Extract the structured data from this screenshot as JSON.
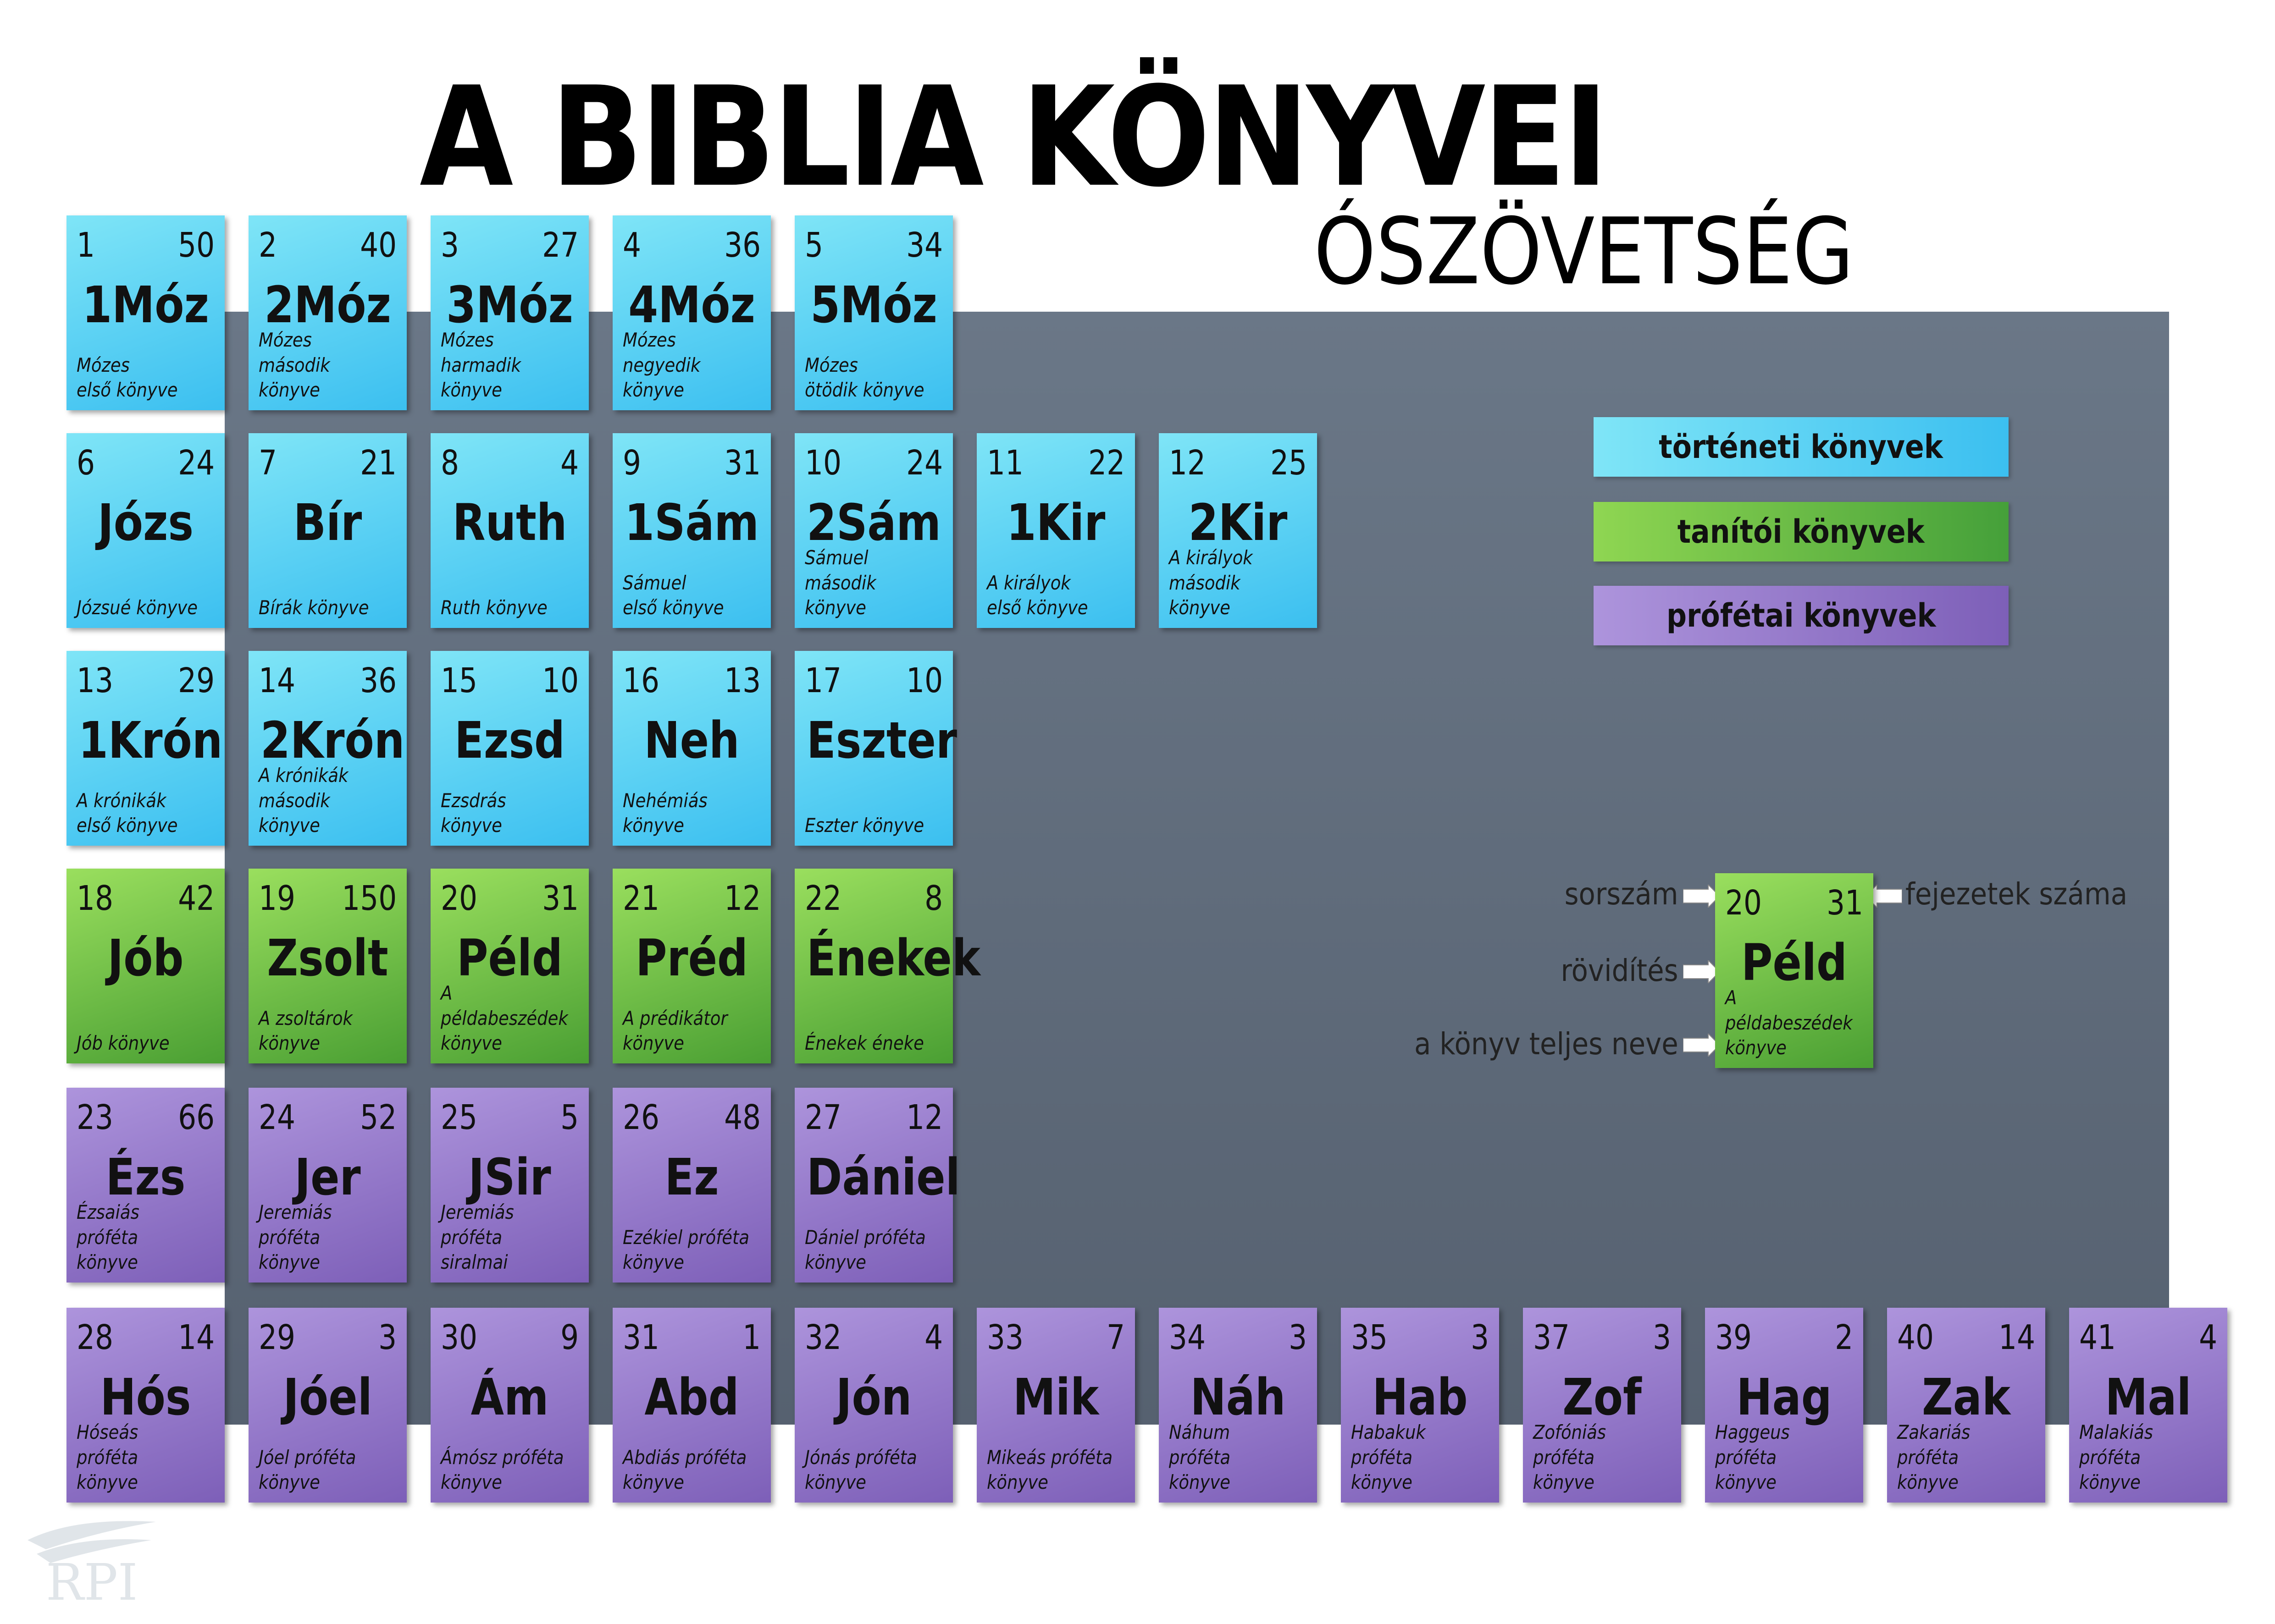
{
  "title": "A BIBLIA KÖNYVEI",
  "subtitle": "ÓSZÖVETSÉG",
  "colors": {
    "historical": "#4fcdf2",
    "teaching": "#6cbc45",
    "prophetic": "#9478c8",
    "panel": "#5f6b7a"
  },
  "legend": {
    "historical": "történeti könyvek",
    "teaching": "tanítói könyvek",
    "prophetic": "prófétai könyvek"
  },
  "key": {
    "number_label": "sorszám",
    "chapters_label": "fejezetek száma",
    "abbr_label": "rövidítés",
    "fullname_label": "a könyv teljes neve",
    "tile": {
      "num": "20",
      "ch": "31",
      "abbr": "Péld",
      "full": "A példabeszédek\nkönyve",
      "group": "teach"
    }
  },
  "books": [
    {
      "num": "1",
      "ch": "50",
      "abbr": "1Móz",
      "full": "Mózes\nelső könyve",
      "group": "hist"
    },
    {
      "num": "2",
      "ch": "40",
      "abbr": "2Móz",
      "full": "Mózes\nmásodik könyve",
      "group": "hist"
    },
    {
      "num": "3",
      "ch": "27",
      "abbr": "3Móz",
      "full": "Mózes\nharmadik könyve",
      "group": "hist"
    },
    {
      "num": "4",
      "ch": "36",
      "abbr": "4Móz",
      "full": "Mózes\nnegyedik könyve",
      "group": "hist"
    },
    {
      "num": "5",
      "ch": "34",
      "abbr": "5Móz",
      "full": "Mózes\nötödik könyve",
      "group": "hist"
    },
    {
      "num": "6",
      "ch": "24",
      "abbr": "Józs",
      "full": "Józsué könyve",
      "group": "hist"
    },
    {
      "num": "7",
      "ch": "21",
      "abbr": "Bír",
      "full": "Bírák könyve",
      "group": "hist"
    },
    {
      "num": "8",
      "ch": "4",
      "abbr": "Ruth",
      "full": "Ruth könyve",
      "group": "hist"
    },
    {
      "num": "9",
      "ch": "31",
      "abbr": "1Sám",
      "full": "Sámuel\nelső könyve",
      "group": "hist"
    },
    {
      "num": "10",
      "ch": "24",
      "abbr": "2Sám",
      "full": "Sámuel\nmásodik könyve",
      "group": "hist"
    },
    {
      "num": "11",
      "ch": "22",
      "abbr": "1Kir",
      "full": "A királyok\nelső könyve",
      "group": "hist"
    },
    {
      "num": "12",
      "ch": "25",
      "abbr": "2Kir",
      "full": "A királyok\nmásodik könyve",
      "group": "hist"
    },
    {
      "num": "13",
      "ch": "29",
      "abbr": "1Krón",
      "full": "A krónikák\nelső könyve",
      "group": "hist"
    },
    {
      "num": "14",
      "ch": "36",
      "abbr": "2Krón",
      "full": "A krónikák\nmásodik könyve",
      "group": "hist"
    },
    {
      "num": "15",
      "ch": "10",
      "abbr": "Ezsd",
      "full": "Ezsdrás könyve",
      "group": "hist"
    },
    {
      "num": "16",
      "ch": "13",
      "abbr": "Neh",
      "full": "Nehémiás könyve",
      "group": "hist"
    },
    {
      "num": "17",
      "ch": "10",
      "abbr": "Eszter",
      "full": "Eszter könyve",
      "group": "hist"
    },
    {
      "num": "18",
      "ch": "42",
      "abbr": "Jób",
      "full": "Jób könyve",
      "group": "teach"
    },
    {
      "num": "19",
      "ch": "150",
      "abbr": "Zsolt",
      "full": "A zsoltárok\nkönyve",
      "group": "teach"
    },
    {
      "num": "20",
      "ch": "31",
      "abbr": "Péld",
      "full": "A példabeszédek\nkönyve",
      "group": "teach"
    },
    {
      "num": "21",
      "ch": "12",
      "abbr": "Préd",
      "full": "A prédikátor\nkönyve",
      "group": "teach"
    },
    {
      "num": "22",
      "ch": "8",
      "abbr": "Énekek",
      "full": "Énekek éneke",
      "group": "teach"
    },
    {
      "num": "23",
      "ch": "66",
      "abbr": "Ézs",
      "full": "Ézsaiás próféta\nkönyve",
      "group": "prop"
    },
    {
      "num": "24",
      "ch": "52",
      "abbr": "Jer",
      "full": "Jeremiás próféta\nkönyve",
      "group": "prop"
    },
    {
      "num": "25",
      "ch": "5",
      "abbr": "JSir",
      "full": "Jeremiás próféta\nsiralmai",
      "group": "prop"
    },
    {
      "num": "26",
      "ch": "48",
      "abbr": "Ez",
      "full": "Ezékiel próféta\nkönyve",
      "group": "prop"
    },
    {
      "num": "27",
      "ch": "12",
      "abbr": "Dániel",
      "full": "Dániel próféta\nkönyve",
      "group": "prop"
    },
    {
      "num": "28",
      "ch": "14",
      "abbr": "Hós",
      "full": "Hóseás próféta\nkönyve",
      "group": "prop"
    },
    {
      "num": "29",
      "ch": "3",
      "abbr": "Jóel",
      "full": "Jóel próféta\nkönyve",
      "group": "prop"
    },
    {
      "num": "30",
      "ch": "9",
      "abbr": "Ám",
      "full": "Ámósz próféta\nkönyve",
      "group": "prop"
    },
    {
      "num": "31",
      "ch": "1",
      "abbr": "Abd",
      "full": "Abdiás próféta\nkönyve",
      "group": "prop"
    },
    {
      "num": "32",
      "ch": "4",
      "abbr": "Jón",
      "full": "Jónás próféta\nkönyve",
      "group": "prop"
    },
    {
      "num": "33",
      "ch": "7",
      "abbr": "Mik",
      "full": "Mikeás próféta\nkönyve",
      "group": "prop"
    },
    {
      "num": "34",
      "ch": "3",
      "abbr": "Náh",
      "full": "Náhum próféta\nkönyve",
      "group": "prop"
    },
    {
      "num": "35",
      "ch": "3",
      "abbr": "Hab",
      "full": "Habakuk próféta\nkönyve",
      "group": "prop"
    },
    {
      "num": "37",
      "ch": "3",
      "abbr": "Zof",
      "full": "Zofóniás próféta\nkönyve",
      "group": "prop"
    },
    {
      "num": "39",
      "ch": "2",
      "abbr": "Hag",
      "full": "Haggeus próféta\nkönyve",
      "group": "prop"
    },
    {
      "num": "40",
      "ch": "14",
      "abbr": "Zak",
      "full": "Zakariás próféta\nkönyve",
      "group": "prop"
    },
    {
      "num": "41",
      "ch": "4",
      "abbr": "Mal",
      "full": "Malakiás próféta\nkönyve",
      "group": "prop"
    }
  ]
}
